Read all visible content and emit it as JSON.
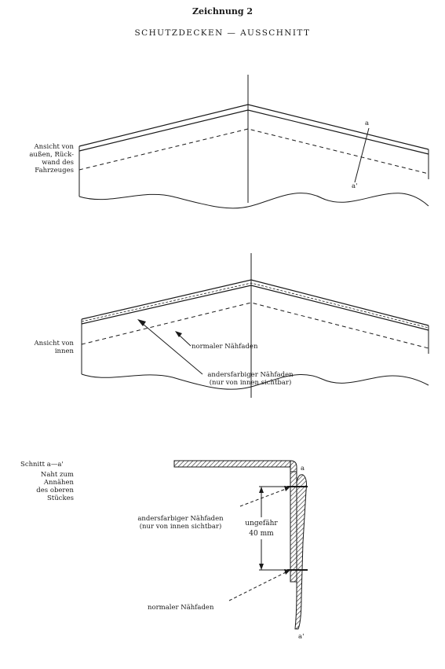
{
  "header": {
    "drawing_number": "Zeichnung 2",
    "title": "SCHUTZDECKEN — AUSSCHNITT"
  },
  "view_outside": {
    "label_lines": [
      "Ansicht von",
      "außen, Rück-",
      "wand des",
      "Fahrzeuges"
    ],
    "cut_mark_top": "a",
    "cut_mark_bottom": "a'"
  },
  "view_inside": {
    "label_lines": [
      "Ansicht von",
      "innen"
    ],
    "normal_thread": "normaler Nähfaden",
    "colored_thread_lines": [
      "andersfarbiger Nähfaden",
      "(nur von innen sichtbar)"
    ]
  },
  "section": {
    "label": "Schnitt a—a'",
    "seam_lines": [
      "Naht zum",
      "Annähen",
      "des oberen",
      "Stückes"
    ],
    "colored_thread_lines": [
      "andersfarbiger Nähfaden",
      "(nur von innen sichtbar)"
    ],
    "dimension_lines": [
      "ungefähr",
      "40 mm"
    ],
    "normal_thread": "normaler Nähfaden",
    "mark_top": "a",
    "mark_bottom": "a'"
  }
}
